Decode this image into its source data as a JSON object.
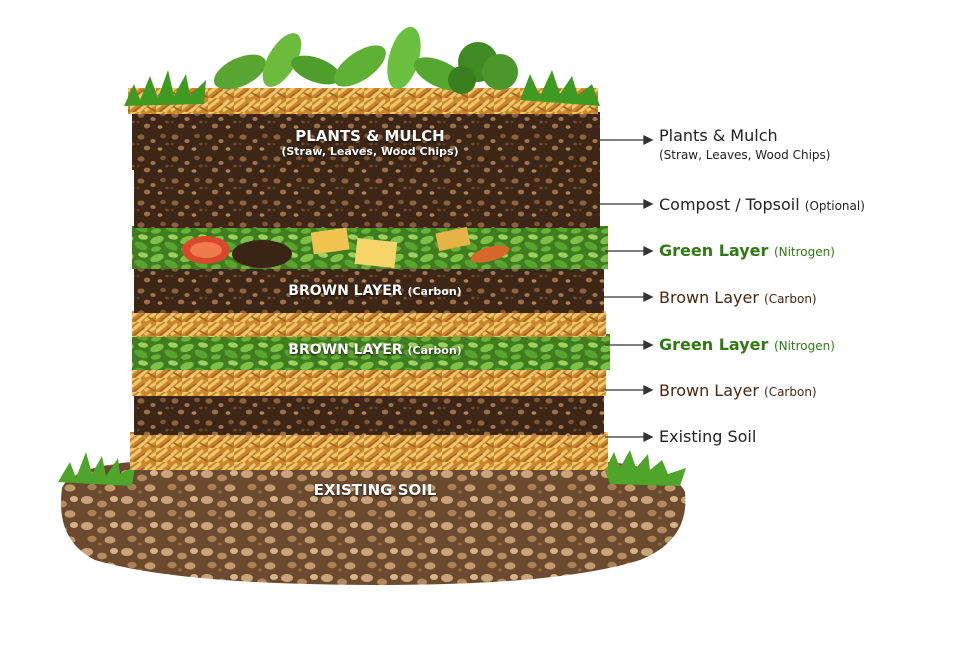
{
  "colors": {
    "soil_dark": "#3b2415",
    "soil_mid": "#5a3a22",
    "pebble": "#a4774f",
    "straw": "#d59a3e",
    "straw_light": "#f0c46c",
    "green": "#4e9a2a",
    "green_light": "#87c54b",
    "green_text": "#2f7a12",
    "brown_text": "#4a2711",
    "label_dark": "#222222"
  },
  "inner_labels": {
    "plants_mulch": "PLANTS & MULCH",
    "plants_mulch_sub": "(Straw, Leaves, Wood Chips)",
    "brown_layer_1": "BROWN LAYER",
    "brown_layer_1_note": "(Carbon)",
    "brown_layer_2": "BROWN LAYER",
    "brown_layer_2_note": "(Carbon)",
    "existing_soil": "EXISTING SOIL"
  },
  "right_labels": [
    {
      "title": "Plants & Mulch",
      "sub": "(Straw, Leaves, Wood Chips)",
      "note": "",
      "kind": "dark"
    },
    {
      "title": "Compost / Topsoil",
      "sub": "",
      "note": "(Optional)",
      "kind": "dark"
    },
    {
      "title": "Green Layer",
      "sub": "",
      "note": "(Nitrogen)",
      "kind": "green"
    },
    {
      "title": "Brown Layer",
      "sub": "",
      "note": "(Carbon)",
      "kind": "brown"
    },
    {
      "title": "Green Layer",
      "sub": "",
      "note": "(Nitrogen)",
      "kind": "green"
    },
    {
      "title": "Brown Layer",
      "sub": "",
      "note": "(Carbon)",
      "kind": "brown"
    },
    {
      "title": "Existing Soil",
      "sub": "",
      "note": "",
      "kind": "dark"
    }
  ]
}
